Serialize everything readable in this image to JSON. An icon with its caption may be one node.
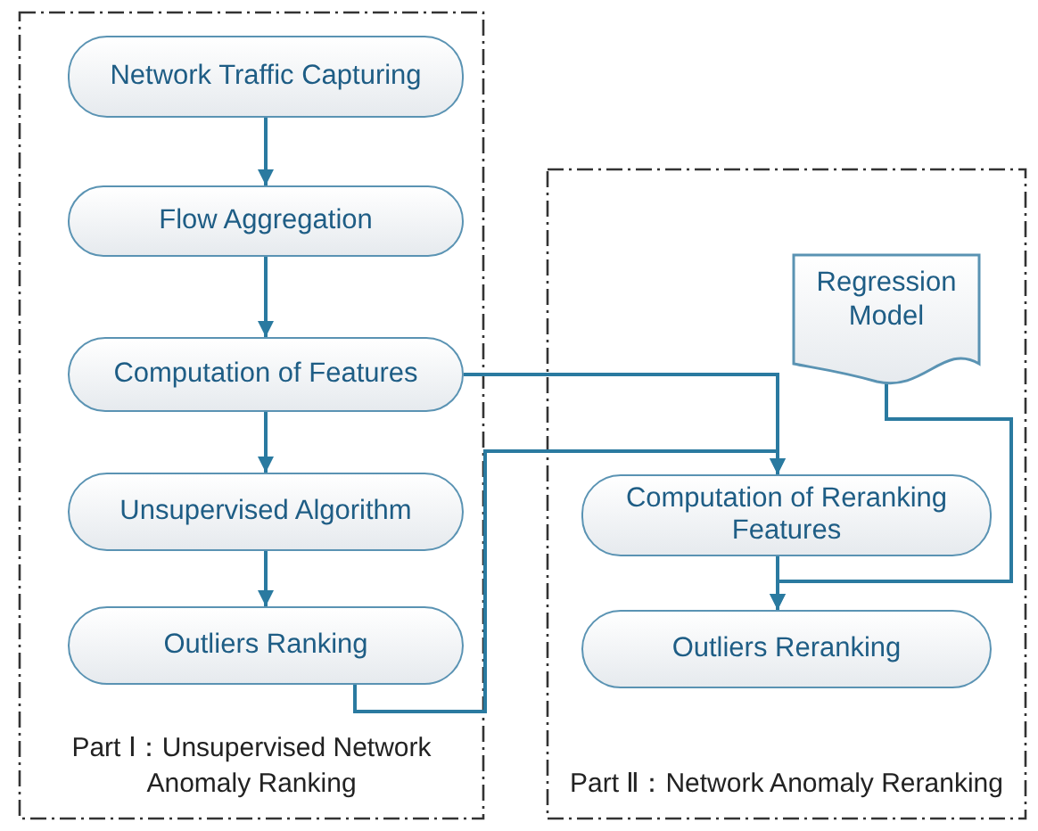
{
  "diagram": {
    "nodes": [
      {
        "text": [
          "Part Ⅰ：Unsupervised Network Anomaly Ranking"
        ]
      },
      {
        "text": [
          "Part Ⅱ：Network Anomaly Reranking"
        ]
      },
      {
        "text": [
          "Network Traffic Capturing"
        ],
        "in": 0
      },
      {
        "text": [
          "Flow Aggregation"
        ],
        "in": 0
      },
      {
        "text": [
          "Computation of Features"
        ],
        "in": 0
      },
      {
        "text": [
          "Unsupervised Algorithm"
        ],
        "in": 0
      },
      {
        "text": [
          "Outliers Ranking"
        ],
        "in": 0
      },
      {
        "text": [
          "Regression Model"
        ],
        "in": 1
      },
      {
        "text": [
          "Computation of Reranking Features"
        ],
        "in": 1
      },
      {
        "text": [
          "Outliers Reranking"
        ],
        "in": 1
      }
    ],
    "edges": [
      {
        "from": 2,
        "to": 3,
        "arrow": "to"
      },
      {
        "from": 3,
        "to": 4,
        "arrow": "to"
      },
      {
        "from": 4,
        "to": 5,
        "arrow": "to"
      },
      {
        "from": 5,
        "to": 6,
        "arrow": "to"
      },
      {
        "from": 4,
        "to": 8,
        "arrow": "to"
      },
      {
        "from": 6,
        "to": 8,
        "arrow": "to"
      },
      {
        "from": 8,
        "to": 9,
        "arrow": "to"
      },
      {
        "from": 7,
        "to": 9,
        "arrow": "to"
      }
    ]
  }
}
